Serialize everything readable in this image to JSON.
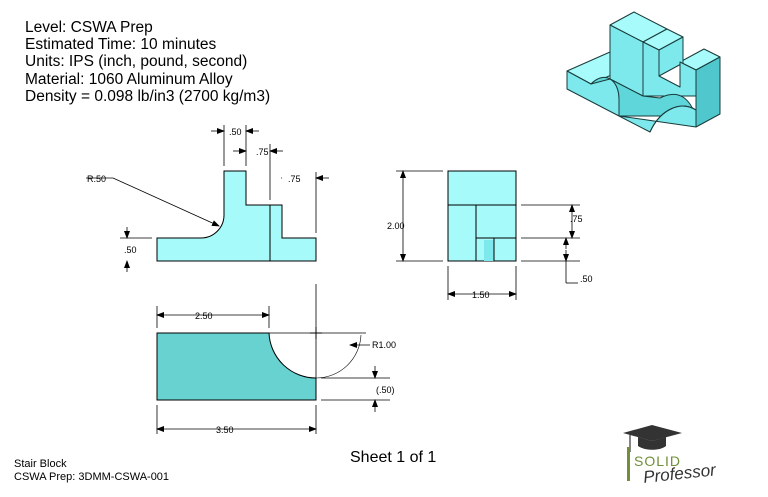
{
  "header": {
    "level": "Level: CSWA Prep",
    "time": "Estimated Time: 10 minutes",
    "units": "Units: IPS (inch, pound, second)",
    "material": "Material: 1060 Aluminum Alloy",
    "density": "Density = 0.098 lb/in3 (2700 kg/m3)"
  },
  "front_view": {
    "dim_top_width": ".50",
    "dim_step1": ".75",
    "dim_step2": ".75",
    "dim_radius": "R.50",
    "dim_base_height": ".50"
  },
  "side_view": {
    "dim_height": "2.00",
    "dim_upper": ".75",
    "dim_lower": ".50",
    "dim_width": "1.50"
  },
  "top_view": {
    "dim_cut": "2.50",
    "dim_radius": "R1.00",
    "dim_ref": "(.50)",
    "dim_length": "3.50"
  },
  "footer": {
    "sheet": "Sheet 1 of 1",
    "part_name": "Stair Block",
    "part_number": "CSWA Prep: 3DMM-CSWA-001"
  },
  "logo": {
    "line1": "SOLID",
    "line2": "Professor"
  },
  "colors": {
    "part_fill": "#a6fafa",
    "top_fill": "#68d2d0",
    "iso_light": "#a8fbfb",
    "iso_mid": "#7ee9ec",
    "iso_dark": "#4fc7cc",
    "logo_green": "#6f8f39",
    "logo_dark": "#333333"
  }
}
